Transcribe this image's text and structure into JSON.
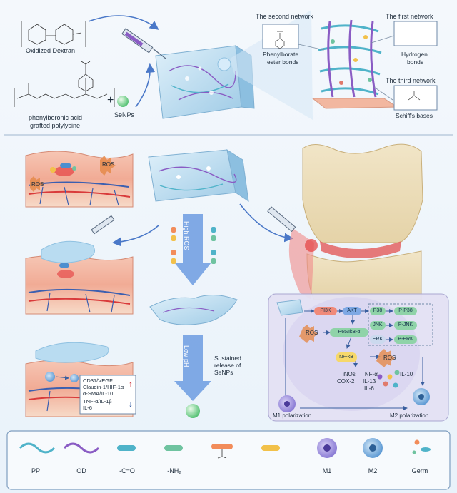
{
  "colors": {
    "pp": "#4fb3c9",
    "od": "#8a5cc4",
    "hydrogel": "#bfe0f2",
    "skin": "#f0b6a3",
    "blood": "#d93a3a",
    "vessel": "#3b5fb0",
    "m1": "#7f6fd0",
    "m2": "#4d8fcf",
    "ros": "#e58a4a",
    "arrow": "#4a78c8"
  },
  "synthesis": {
    "od_label": "Oxidized Dextran",
    "pp_label_line1": "phenylboronic acid",
    "pp_label_line2": "grafted polylysine",
    "plus": "+",
    "senps_label": "SeNPs"
  },
  "networks": {
    "second_title": "The second network",
    "second_desc_line1": "Phenylborate",
    "second_desc_line2": "ester bonds",
    "first_title": "The first network",
    "first_desc_line1": "Hydrogen",
    "first_desc_line2": "bonds",
    "third_title": "The third network",
    "third_desc": "Schiff's bases"
  },
  "skin": {
    "ros_top": "ROS",
    "ros_bottom": "ROS",
    "markers_line1": "CD31/VEGF",
    "markers_line2": "Claudin-1/HIF-1α",
    "markers_line3": "α-SMA/IL-10",
    "markers_line4": "TNF-α/IL-1β",
    "markers_line5": "IL-6",
    "up_arrow": "↑",
    "down_arrow": "↓"
  },
  "release": {
    "high_ros": "High ROS",
    "low_ph": "Low pH",
    "sustained_line1": "Sustained",
    "sustained_line2": "release of",
    "sustained_line3": "SeNPs"
  },
  "pathway": {
    "pi3k": "PI3K",
    "akt": "AKT",
    "p38": "P38",
    "p_p38": "P-P38",
    "jnk": "JNK",
    "p_jnk": "P-JNK",
    "erk": "ERK",
    "p_erk": "P-ERK",
    "ros": "ROS",
    "p65": "P65/IkB-α",
    "nfkb": "NF-κB",
    "ros2": "ROS",
    "inos": "iNOs",
    "cox2": "COX-2",
    "tnf": "TNF-α",
    "il1b": "IL-1β",
    "il6": "IL-6",
    "il10": "IL-10",
    "m1_polarization": "M1 polarization",
    "m2_polarization": "M2 polarization"
  },
  "legend": {
    "items": [
      "PP",
      "OD",
      "-C=O",
      "-NH₂",
      "",
      "",
      "M1",
      "M2",
      "Germ"
    ]
  }
}
